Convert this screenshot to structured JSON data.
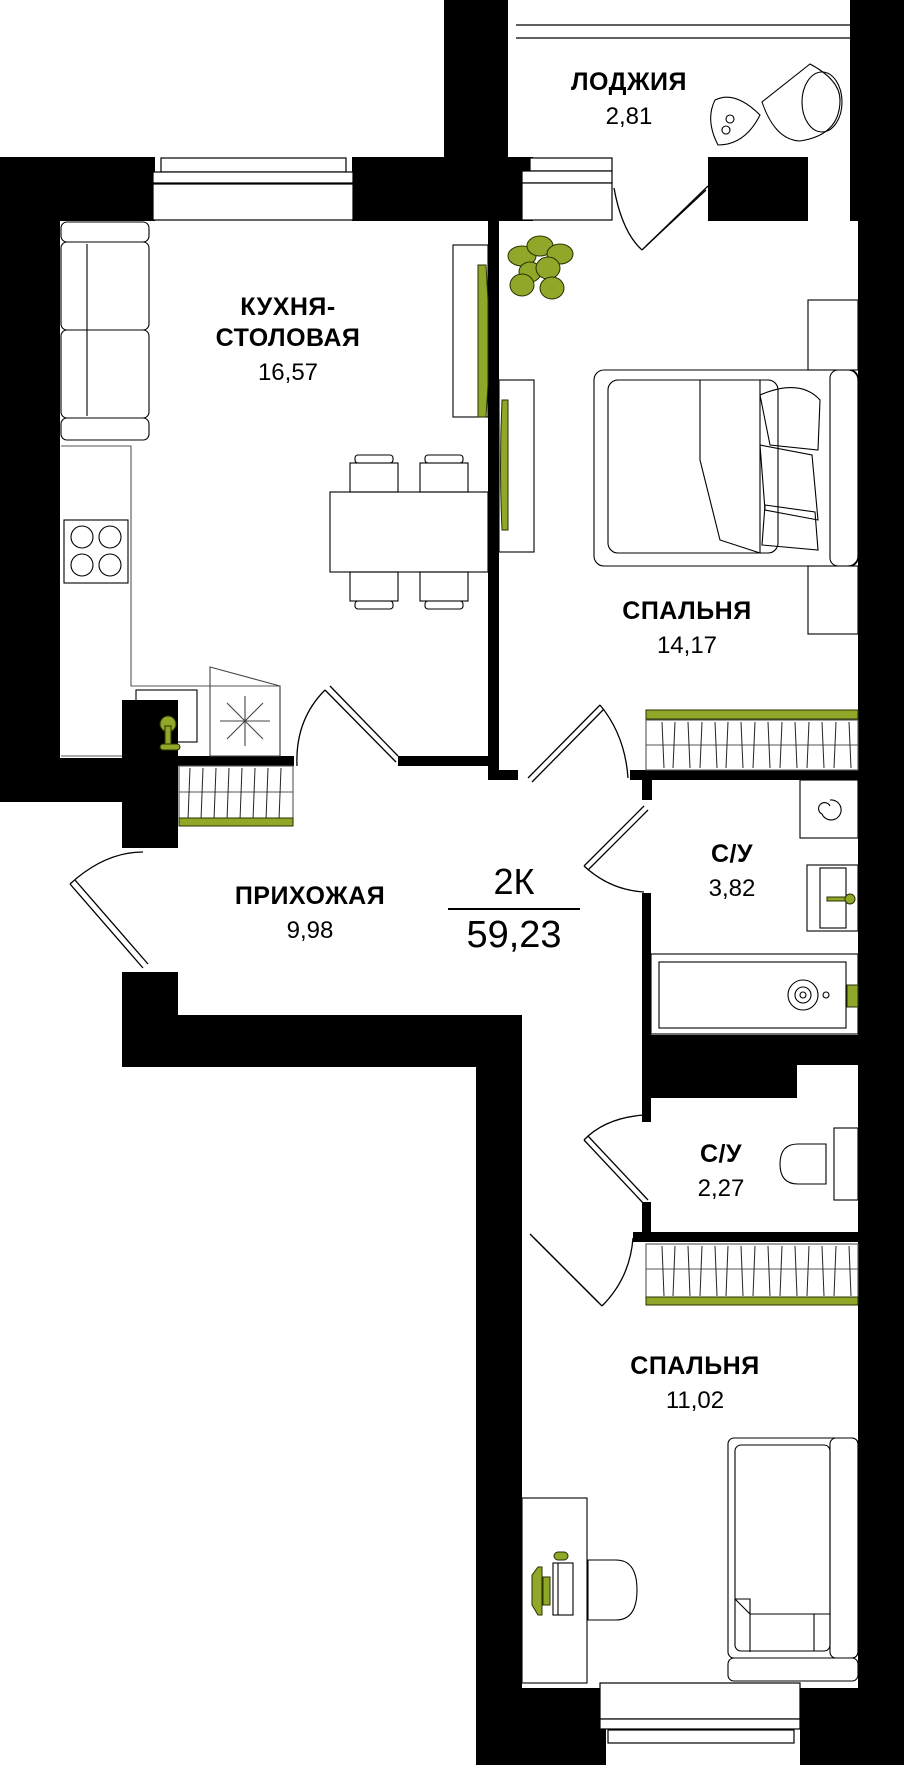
{
  "plan": {
    "apartment_type": "2К",
    "total_area": "59,23",
    "accent_color": "#8fa82a",
    "wall_color": "#000000",
    "rooms": [
      {
        "id": "loggia",
        "name": "ЛОДЖИЯ",
        "area": "2,81"
      },
      {
        "id": "kitchen",
        "name_line1": "КУХНЯ-",
        "name_line2": "СТОЛОВАЯ",
        "area": "16,57"
      },
      {
        "id": "bedroom1",
        "name": "СПАЛЬНЯ",
        "area": "14,17"
      },
      {
        "id": "hallway",
        "name": "ПРИХОЖАЯ",
        "area": "9,98"
      },
      {
        "id": "bathroom1",
        "name": "С/У",
        "area": "3,82"
      },
      {
        "id": "bathroom2",
        "name": "С/У",
        "area": "2,27"
      },
      {
        "id": "bedroom2",
        "name": "СПАЛЬНЯ",
        "area": "11,02"
      }
    ]
  }
}
